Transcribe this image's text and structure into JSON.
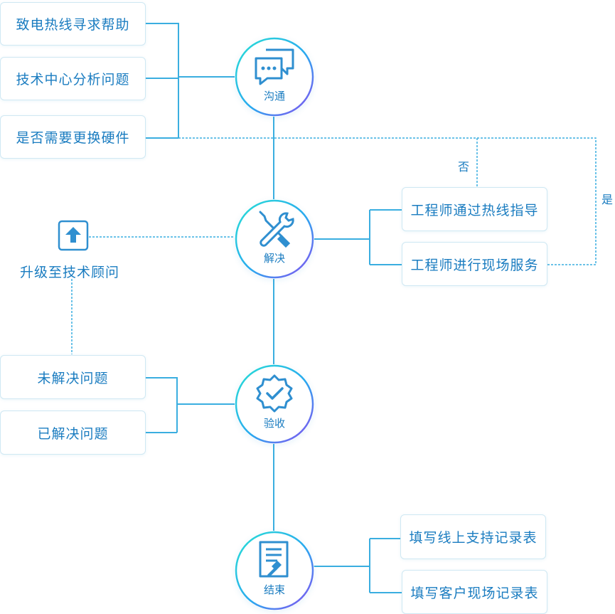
{
  "colors": {
    "line": "#3aaee0",
    "text": "#1a7cc0",
    "ring_start": "#29e0d4",
    "ring_end": "#8b4cf0"
  },
  "nodes": {
    "communicate": {
      "label": "沟通",
      "icon": "chat-bubbles-icon"
    },
    "solve": {
      "label": "解决",
      "icon": "wrench-screwdriver-icon"
    },
    "accept": {
      "label": "验收",
      "icon": "badge-check-icon"
    },
    "finish": {
      "label": "结束",
      "icon": "document-hammer-icon"
    }
  },
  "communicate_options": [
    "致电热线寻求帮助",
    "技术中心分析问题",
    "是否需要更换硬件"
  ],
  "solve_options": [
    "工程师通过热线指导",
    "工程师进行现场服务"
  ],
  "accept_options": [
    "未解决问题",
    "已解决问题"
  ],
  "finish_options": [
    "填写线上支持记录表",
    "填写客户现场记录表"
  ],
  "branch_labels": {
    "no": "否",
    "yes": "是"
  },
  "upgrade": {
    "label": "升级至技术顾问",
    "icon": "arrow-up-icon"
  }
}
